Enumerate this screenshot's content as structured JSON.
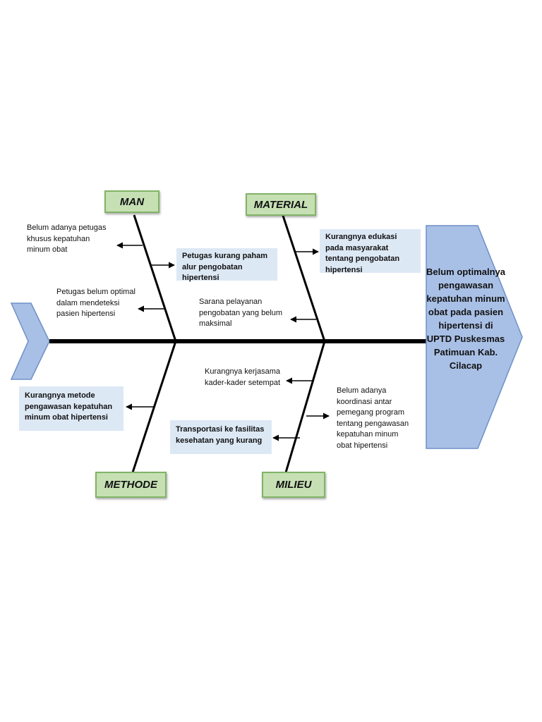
{
  "categories": {
    "man": "MAN",
    "material": "MATERIAL",
    "methode": "METHODE",
    "milieu": "MILIEU"
  },
  "effect": "Belum optimalnya pengawasan kepatuhan minum obat pada pasien hipertensi di UPTD Puskesmas Patimuan Kab. Cilacap",
  "causes": {
    "man": [
      "Belum adanya petugas khusus kepatuhan minum obat",
      "Petugas kurang paham alur pengobatan hipertensi",
      "Petugas belum optimal dalam mendeteksi pasien hipertensi"
    ],
    "material": [
      "Kurangnya edukasi pada masyarakat tentang pengobatan hipertensi",
      "Sarana pelayanan pengobatan yang belum maksimal"
    ],
    "methode": [
      "Kurangnya metode pengawasan kepatuhan minum obat hipertensi"
    ],
    "milieu": [
      "Kurangnya kerjasama kader-kader setempat",
      "Belum adanya koordinasi antar pemegang program tentang pengawasan kepatuhan minum obat hipertensi",
      "Transportasi ke fasilitas kesehatan yang kurang"
    ]
  },
  "colors": {
    "category_fill": "#c6e0b4",
    "category_border": "#82b366",
    "note_box_fill": "#dde8f5",
    "head_fill": "#a9c0e6",
    "head_border": "#6f8fc8",
    "spine": "#000000"
  }
}
